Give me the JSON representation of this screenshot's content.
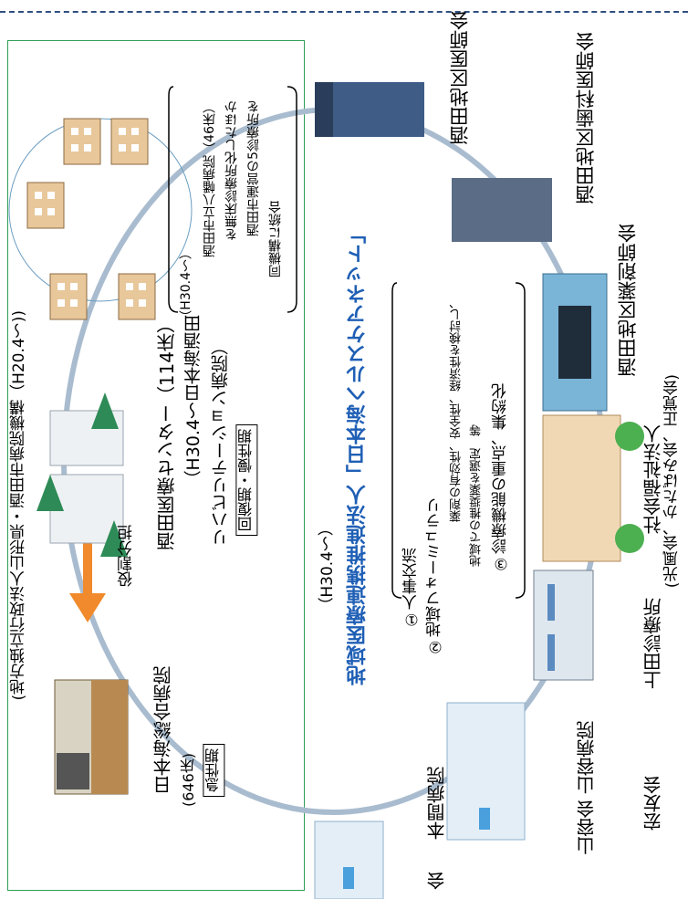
{
  "left_org": {
    "frame_title": "(地方独立行政法人山形県・酒田市病院機構（H20.4～))",
    "main_hospital": "日本海総合病院",
    "main_beds": "(646床)",
    "main_phase": "急性期",
    "role_label": "役割分担",
    "center_name": "酒田医療センター（114床）",
    "center_renamed": "（H30.4～日本海酒田",
    "center_renamed2": "リハビリテーション病院）",
    "center_phase": "回復期・慢性期",
    "merge_note": [
      "（H30.4～）",
      "酒田市立八幡病院（46床）",
      "を無床診療所化したほか",
      "酒田市運営の5診療所を",
      "同機構に統合"
    ]
  },
  "network": {
    "start": "（H30.4～）",
    "title": "地域医療連携推進法人「日本海ヘルスケアネット」",
    "items": [
      {
        "text": "①人事交流"
      },
      {
        "text": "②地域フォーミュラリ"
      },
      {
        "text": "薬剤の有効性、安全性、経済性を検討し、"
      },
      {
        "text": "地域での推奨薬を選定　等"
      },
      {
        "text": "③診療機能の重点、集約化"
      }
    ]
  },
  "members": {
    "med_assoc": "酒田地区医師会",
    "dental_assoc": "酒田地区歯科医師会",
    "pharm_assoc": "酒田地区薬剤師会",
    "welfare": "社会福祉法人",
    "welfare_sub": "(光風会、かたばみ会、正覚会)",
    "kamida": "上田診療所",
    "koyukai": "宏友会",
    "yamayo": "山容会 山容病院",
    "honma": "本間病院",
    "honma_prefix": "会"
  }
}
